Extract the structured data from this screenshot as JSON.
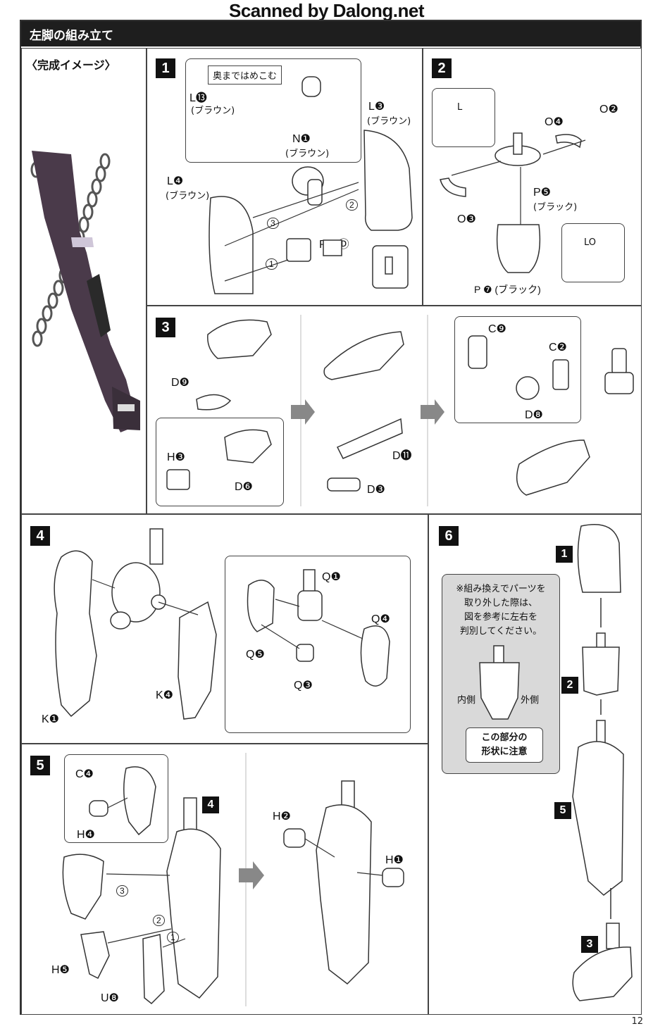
{
  "watermark": "Scanned by Dalong.net",
  "title": "左脚の組み立て",
  "image_label": "〈完成イメージ〉",
  "steps": {
    "s1": {
      "num": "1",
      "callout": "奥まではめこむ",
      "labels": {
        "L13": "L⓭",
        "L13_sub": "(ブラウン)",
        "N1": "N❶",
        "N1_sub": "(ブラウン)",
        "L3": "L❸",
        "L3_sub": "(ブラウン)",
        "L4": "L❹",
        "L4_sub": "(ブラウン)",
        "PCD": "PC Ⓓ"
      }
    },
    "s2": {
      "num": "2",
      "labels": {
        "O4": "O❹",
        "O2": "O❷",
        "P5": "P❺",
        "P5_sub": "(ブラック)",
        "O3": "O❸",
        "P7": "P ❼ (ブラック)",
        "L_mark": "L",
        "LO_mark": "LO"
      }
    },
    "s3": {
      "num": "3",
      "labels": {
        "D9": "D❾",
        "H3": "H❸",
        "D6": "D❻",
        "D11": "D⓫",
        "D3": "D❸",
        "C9": "C❾",
        "C2": "C❷",
        "D8": "D❽"
      }
    },
    "s4": {
      "num": "4",
      "labels": {
        "Q1": "Q❶",
        "Q4": "Q❹",
        "Q5": "Q❺",
        "Q3": "Q❸",
        "K4": "K❹",
        "K1": "K❶"
      }
    },
    "s5": {
      "num": "5",
      "labels": {
        "C4": "C❹",
        "H4": "H❹",
        "step4ref": "4",
        "H5": "H❺",
        "U8": "U❽",
        "H2": "H❷",
        "H1": "H❶"
      }
    },
    "s6": {
      "num": "6",
      "note": "※組み換えでパーツを\n取り外した際は、\n図を参考に左右を\n判別してください。",
      "inner": "内側",
      "outer": "外側",
      "shape_note": "この部分の\n形状に注意",
      "refs": [
        "1",
        "2",
        "5",
        "3"
      ]
    }
  },
  "order_marks": [
    "1",
    "2",
    "3"
  ],
  "page_number": "12"
}
